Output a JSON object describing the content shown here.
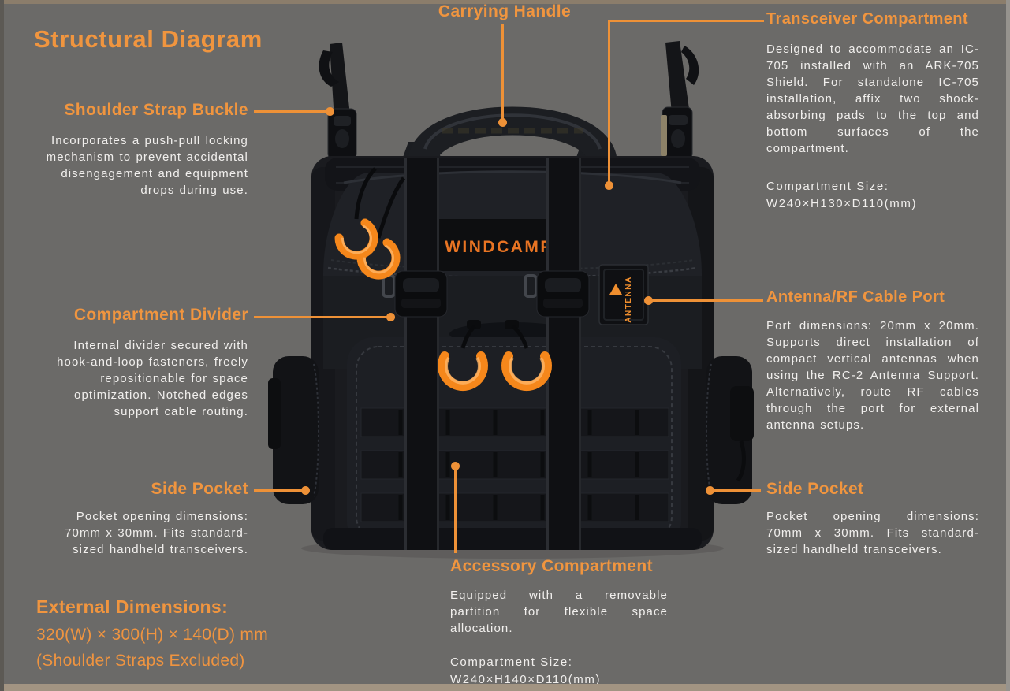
{
  "page": {
    "title": "Structural Diagram"
  },
  "product": {
    "brand": "WINDCAMP",
    "antenna_tag": "ANTENNA"
  },
  "callouts": {
    "carrying_handle": {
      "title": "Carrying Handle"
    },
    "transceiver_compartment": {
      "title": "Transceiver Compartment",
      "body": "Designed to accommodate an IC-705 installed with an ARK-705 Shield. For standalone IC-705 installation, affix two shock-absorbing pads to the top and bottom surfaces of the compartment.",
      "size_label": "Compartment Size:",
      "size_value": "W240×H130×D110(mm)"
    },
    "shoulder_strap_buckle": {
      "title": "Shoulder Strap Buckle",
      "body": "Incorporates a push-pull locking mechanism to prevent accidental disengagement and equipment drops during use."
    },
    "compartment_divider": {
      "title": "Compartment Divider",
      "body": "Internal divider secured with hook-and-loop fasteners, freely repositionable for space optimization. Notched edges support cable routing."
    },
    "antenna_rf_cable_port": {
      "title": "Antenna/RF Cable Port",
      "body": "Port dimensions: 20mm x 20mm. Supports direct installation of compact vertical antennas when using the RC-2 Antenna Support. Alternatively, route RF cables through the port for external antenna setups."
    },
    "side_pocket_left": {
      "title": "Side Pocket",
      "body": "Pocket opening dimensions: 70mm x 30mm. Fits standard-sized handheld transceivers."
    },
    "side_pocket_right": {
      "title": "Side Pocket",
      "body": "Pocket opening dimensions: 70mm x 30mm. Fits standard-sized handheld transceivers."
    },
    "accessory_compartment": {
      "title": "Accessory Compartment",
      "body": "Equipped with a removable partition for flexible space allocation.",
      "size_label": "Compartment Size:",
      "size_value": "W240×H140×D110(mm)"
    }
  },
  "external_dimensions": {
    "title": "External Dimensions:",
    "size": "320(W) × 300(H) × 140(D) mm",
    "note": "(Shoulder Straps Excluded)"
  },
  "colors": {
    "accent": "#F0953F",
    "body_text": "#F1EFED",
    "background": "#6B6A68"
  }
}
